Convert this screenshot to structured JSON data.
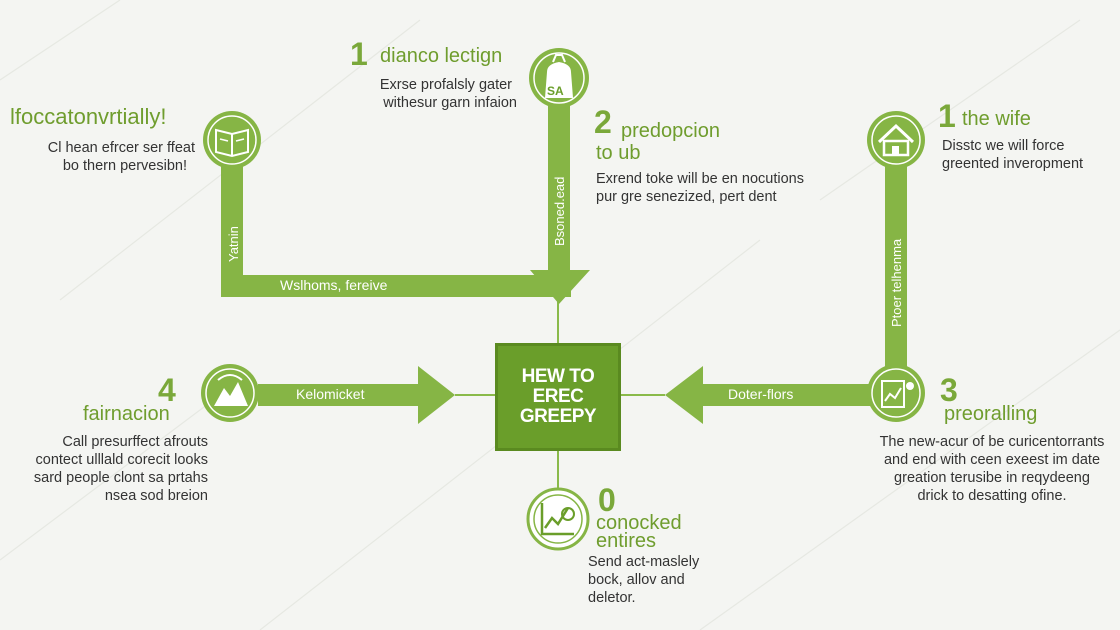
{
  "center": {
    "line1": "HEW TO",
    "line2": "EREC",
    "line3": "GREEPY"
  },
  "steps": {
    "top_center": {
      "number": "1",
      "title": "dianco lectign",
      "desc": [
        "Exrse profalsly gater",
        "withesur garn infaion"
      ],
      "icon": "bag-icon",
      "icon_text": "SA",
      "bar_label": "Bsoned.ead"
    },
    "top_left": {
      "title": "lfoccatonvrtially!",
      "desc": [
        "Cl hean efrcer ser ffeat",
        "bo thern pervesibn!"
      ],
      "icon": "book-icon",
      "vbar_label": "Yatnin",
      "hbar_label": "Wslhoms, fereive"
    },
    "top_mid_right": {
      "number": "2",
      "title": "predopcion",
      "title2": "to ub",
      "desc": [
        "Exrend toke will be en nocutions",
        "pur gre senezized, pert dent"
      ]
    },
    "top_right": {
      "number": "1",
      "title": "the wife",
      "desc": [
        "Disstc we will force",
        "greented inveropment"
      ],
      "icon": "house-icon",
      "bar_label": "Ptoer telhenma"
    },
    "left": {
      "number": "4",
      "title": "fairnacion",
      "desc": [
        "Call presurffect afrouts",
        "contect ulllald corecit looks",
        "sard people clont sa prtahs",
        "nsea sod breion"
      ],
      "icon": "landscape-icon",
      "bar_label": "Kelomicket"
    },
    "right": {
      "number": "3",
      "title": "preoralling",
      "desc": [
        "The new-acur of be curicentorrants",
        "and end with ceen exeest im date",
        "greation terusibe in reqydeeng",
        "drick to desatting ofine."
      ],
      "icon": "chart-doc-icon",
      "bar_label": "Doter-flors"
    },
    "bottom": {
      "number": "0",
      "title": "conocked",
      "title2": "entires",
      "desc": [
        "Send act-maslely",
        "bock, allov and",
        "deletor."
      ],
      "icon": "hand-chart-icon"
    }
  },
  "colors": {
    "accent": "#7aa83a",
    "center_fill": "#6a9e2a",
    "connector": "#8aba4a",
    "background": "#f4f5f2"
  }
}
